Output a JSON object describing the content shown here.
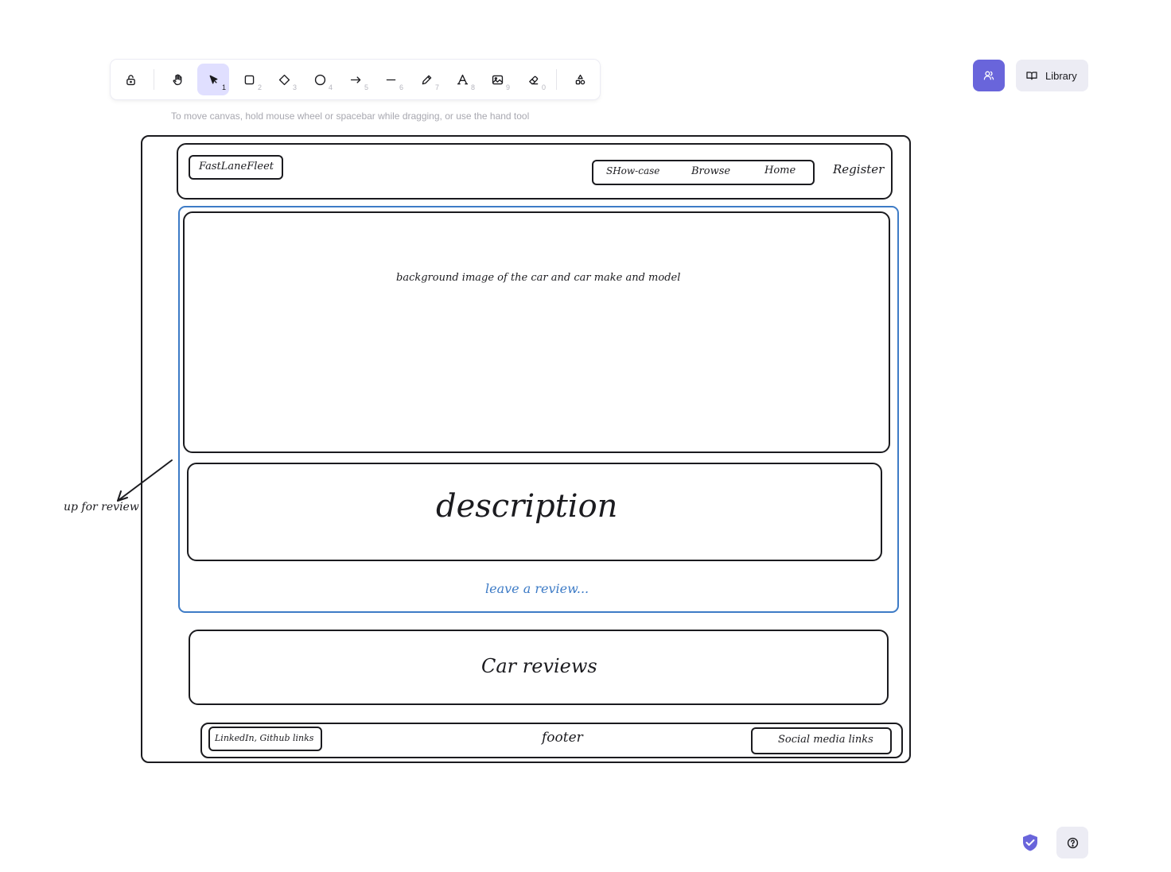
{
  "toolbar": {
    "tools": [
      {
        "icon": "lock-icon",
        "key": ""
      },
      {
        "icon": "hand-icon",
        "key": ""
      },
      {
        "icon": "selection-arrow-icon",
        "key": "1"
      },
      {
        "icon": "rectangle-icon",
        "key": "2"
      },
      {
        "icon": "diamond-icon",
        "key": "3"
      },
      {
        "icon": "ellipse-icon",
        "key": "4"
      },
      {
        "icon": "arrow-icon",
        "key": "5"
      },
      {
        "icon": "line-icon",
        "key": "6"
      },
      {
        "icon": "pencil-icon",
        "key": "7"
      },
      {
        "icon": "text-icon",
        "key": "8"
      },
      {
        "icon": "image-icon",
        "key": "9"
      },
      {
        "icon": "eraser-icon",
        "key": "0"
      },
      {
        "icon": "shapes-icon",
        "key": ""
      }
    ],
    "active_tool": "selection-arrow-icon"
  },
  "hint": "To move canvas, hold mouse wheel or spacebar while dragging, or use the hand tool",
  "top_right": {
    "collab_icon": "users-icon",
    "library_label": "Library"
  },
  "colors": {
    "accent": "#6965db",
    "selection": "#3d7bc6",
    "active_tool_bg": "#e0dfff",
    "review_text": "#3d7bc6"
  },
  "sketch": {
    "logo": "FastLaneFleet",
    "nav": [
      "SHow-case",
      "Browse",
      "Home"
    ],
    "register": "Register",
    "hero_text": "background image of the car and car make and model",
    "description": "description",
    "leave_review": "leave a review...",
    "annotation": "up for review",
    "car_reviews": "Car reviews",
    "footer": "footer",
    "footer_left": "LinkedIn, Github links",
    "footer_right": "Social media links"
  }
}
